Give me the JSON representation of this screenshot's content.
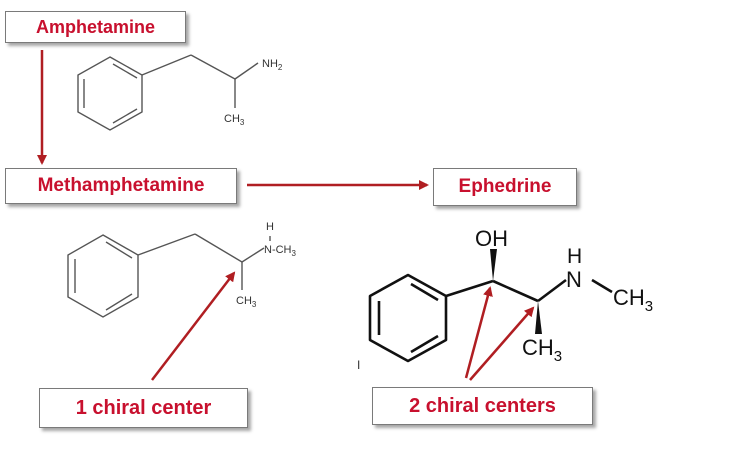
{
  "colors": {
    "label_text": "#c8102e",
    "arrow": "#b01e22",
    "bond_light": "#555555",
    "bond_dark": "#111111",
    "background": "#ffffff"
  },
  "labels": {
    "amphetamine": "Amphetamine",
    "methamphetamine": "Methamphetamine",
    "ephedrine": "Ephedrine",
    "one_chiral": "1 chiral center",
    "two_chiral": "2 chiral centers"
  },
  "atoms": {
    "amph_nh2": "NH",
    "amph_nh2_sub": "2",
    "amph_ch3": "CH",
    "amph_ch3_sub": "3",
    "meth_h": "H",
    "meth_n": "N",
    "meth_ch3": "-CH",
    "meth_ch3_sub": "3",
    "meth_ch3b": "CH",
    "meth_ch3b_sub": "3",
    "eph_oh": "OH",
    "eph_h": "H",
    "eph_n": "N",
    "eph_ch3": "CH",
    "eph_ch3_sub": "3",
    "eph_ch3b": "CH",
    "eph_ch3b_sub": "3",
    "stray_mark": "I"
  }
}
